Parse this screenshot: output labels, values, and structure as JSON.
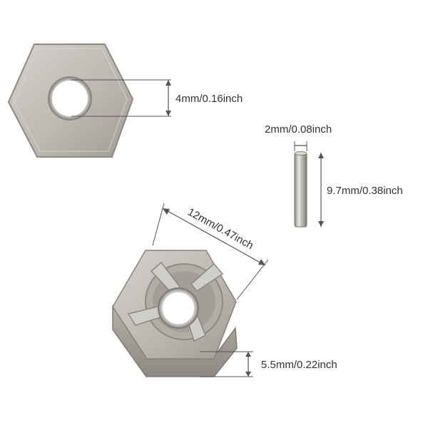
{
  "product": {
    "hex_hole_diameter": "4mm/0.16inch",
    "pin_diameter": "2mm/0.08inch",
    "pin_length": "9.7mm/0.38inch",
    "hex_width": "12mm/0.47inch",
    "hex_thickness": "5.5mm/0.22inch"
  },
  "colors": {
    "metal_light": "#c9c7c1",
    "metal_mid": "#a9a69f",
    "metal_dark": "#7e7b75",
    "dimension_line": "#444444",
    "background": "#ffffff"
  }
}
